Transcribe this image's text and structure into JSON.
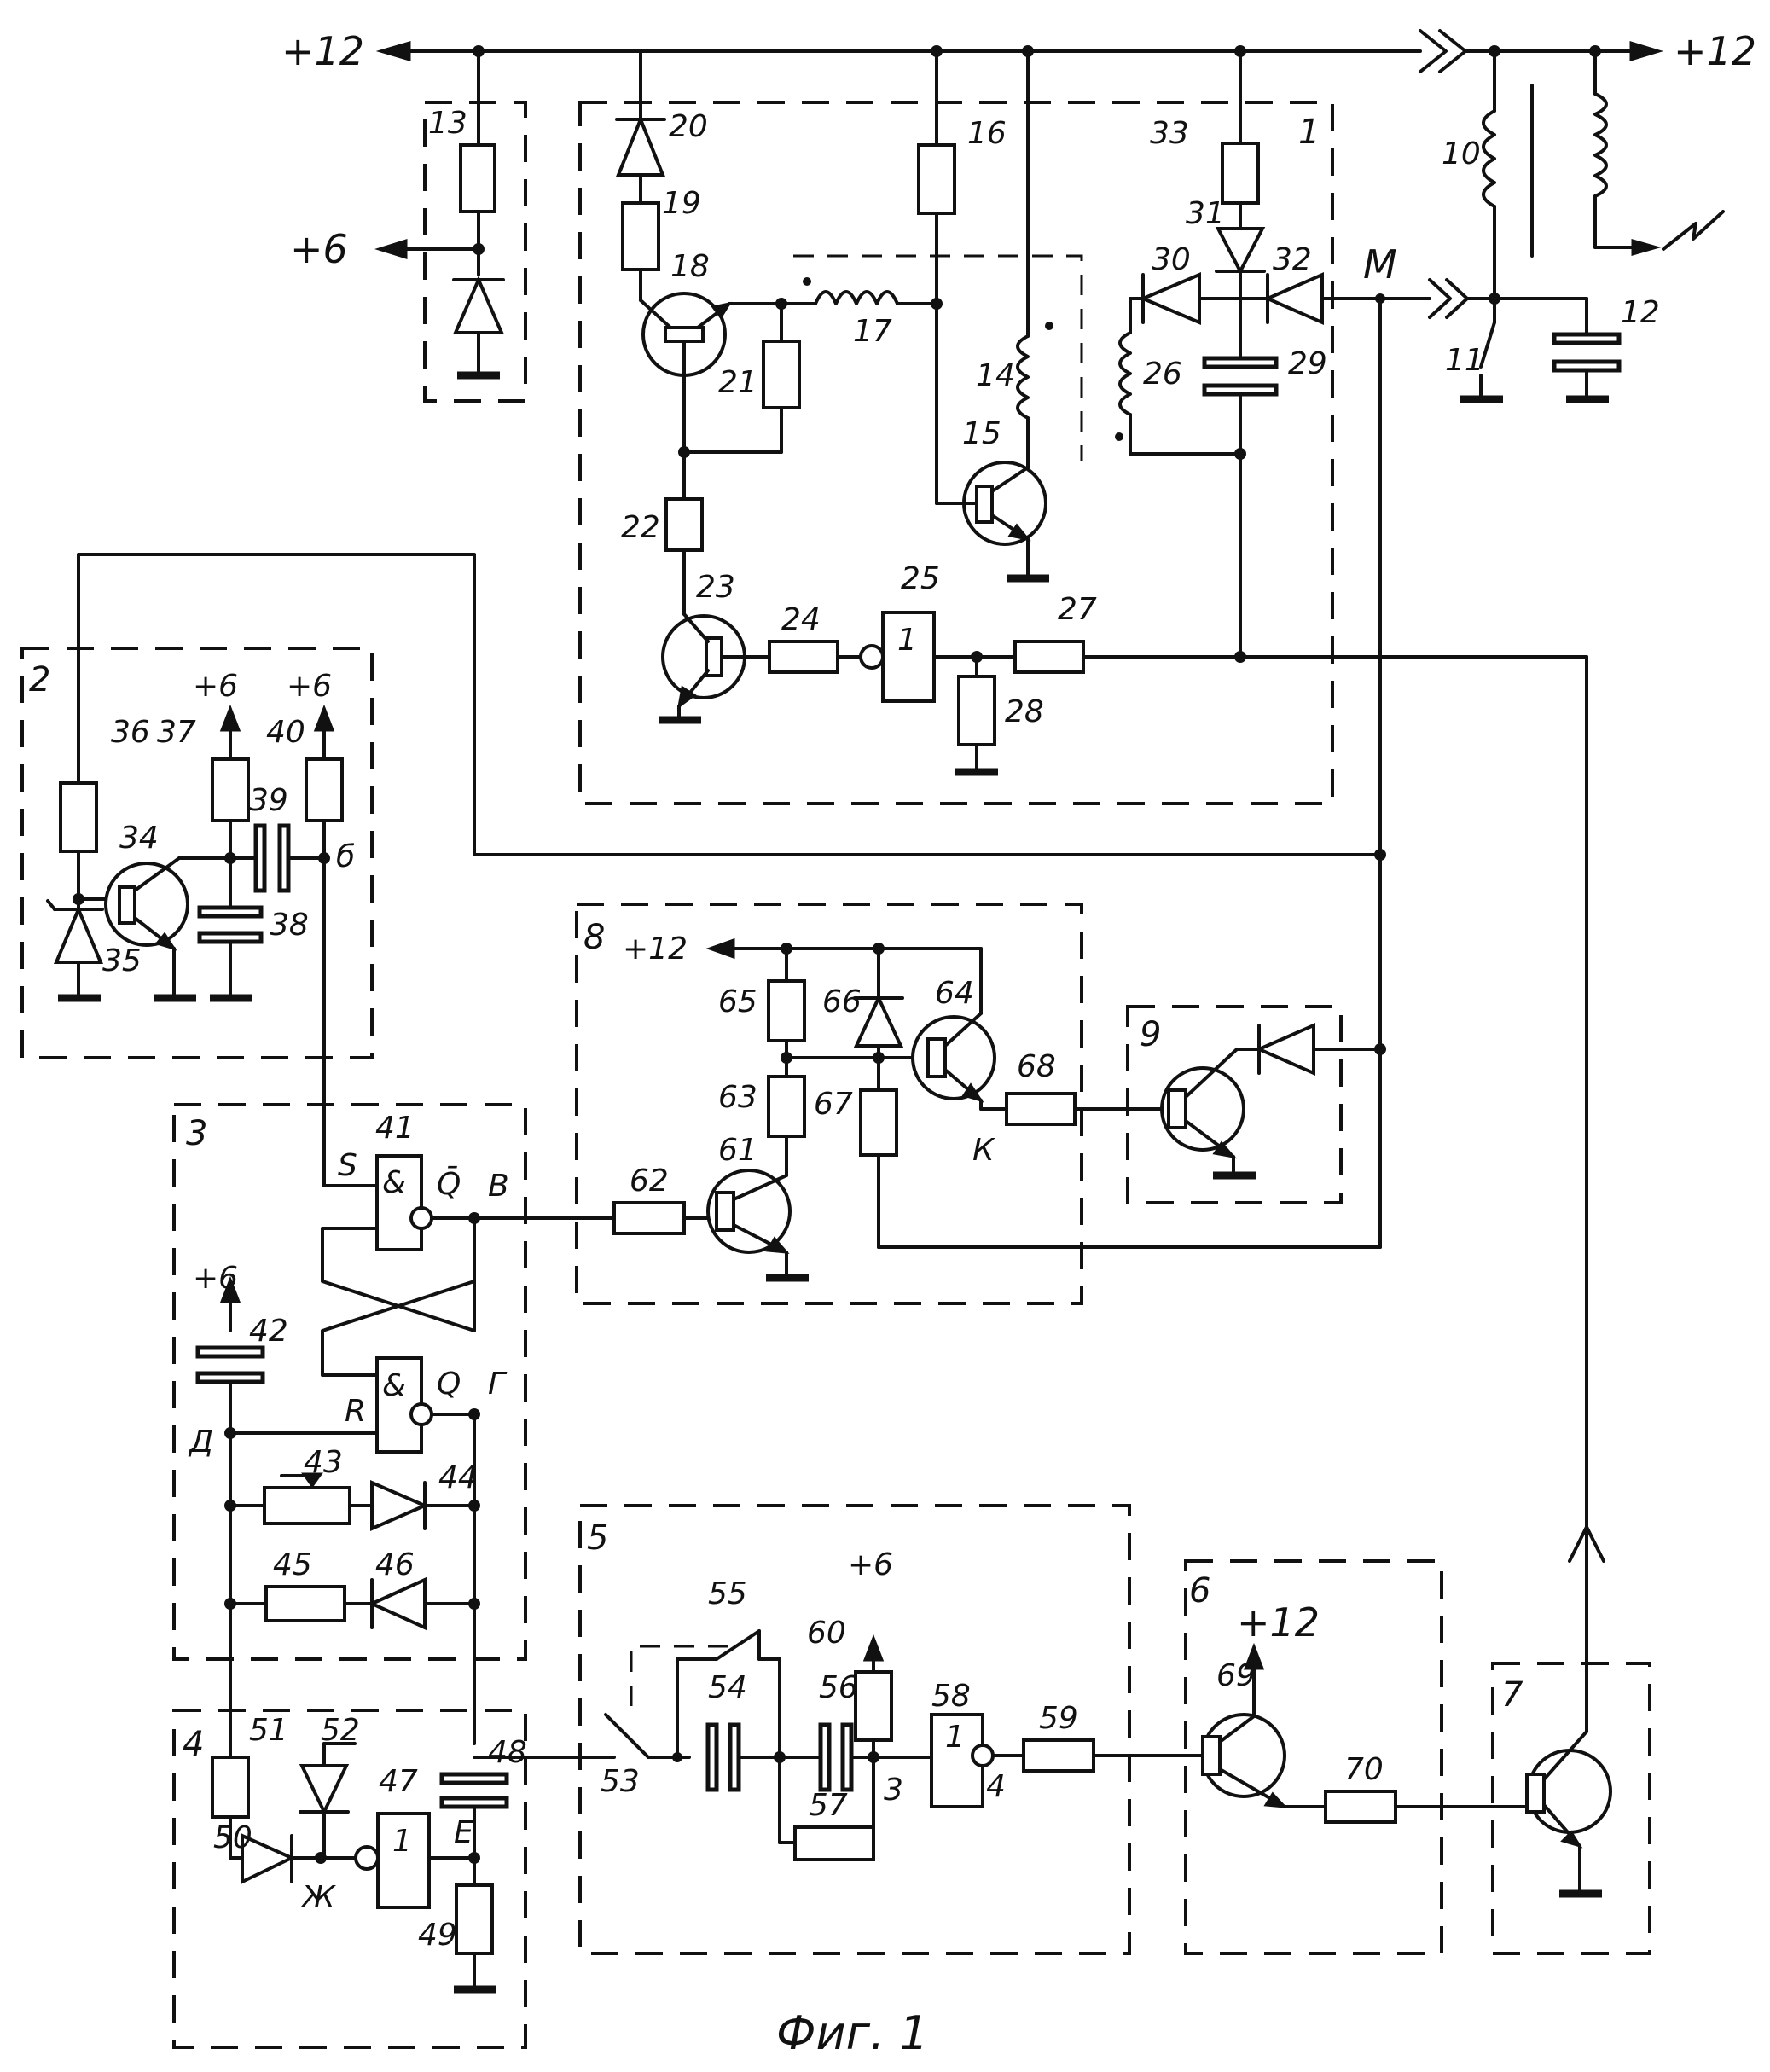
{
  "power": {
    "p12_left": "+12",
    "p12_right": "+12",
    "p6_a": "+6",
    "p6_b": "+6",
    "p6_c": "+6",
    "p6_d": "+6",
    "p6_e": "+6",
    "p12_b8": "+12",
    "p12_b6": "+12"
  },
  "blocks": {
    "b1": "1",
    "b2": "2",
    "b3": "3",
    "b4": "4",
    "b5": "5",
    "b6": "6",
    "b7": "7",
    "b8": "8",
    "b9": "9"
  },
  "components": {
    "c10": "10",
    "c11": "11",
    "c12": "12",
    "c13": "13",
    "c14": "14",
    "c15": "15",
    "c16": "16",
    "c17": "17",
    "c18": "18",
    "c19": "19",
    "c20": "20",
    "c21": "21",
    "c22": "22",
    "c23": "23",
    "c24": "24",
    "c25": "25",
    "c26": "26",
    "c27": "27",
    "c28": "28",
    "c29": "29",
    "c30": "30",
    "c31": "31",
    "c32": "32",
    "c33": "33",
    "c34": "34",
    "c35": "35",
    "c36": "36",
    "c37": "37",
    "c38": "38",
    "c39": "39",
    "c40": "40",
    "c41": "41",
    "c42": "42",
    "c43": "43",
    "c44": "44",
    "c45": "45",
    "c46": "46",
    "c47": "47",
    "c48": "48",
    "c49": "49",
    "c50": "50",
    "c51": "51",
    "c52": "52",
    "c53": "53",
    "c54": "54",
    "c55": "55",
    "c56": "56",
    "c57": "57",
    "c58": "58",
    "c59": "59",
    "c60": "60",
    "c61": "61",
    "c62": "62",
    "c63": "63",
    "c64": "64",
    "c65": "65",
    "c66": "66",
    "c67": "67",
    "c68": "68",
    "c69": "69",
    "c70": "70"
  },
  "nodes": {
    "M": "М",
    "B": "В",
    "G": "Г",
    "D": "Д",
    "E": "Е",
    "ZH": "Ж",
    "K": "К",
    "b_node": "б",
    "n3": "3",
    "n4": "4"
  },
  "gates": {
    "and_sym": "&",
    "and_sym2": "&",
    "inv_25": "1",
    "inv_47": "1",
    "inv_58": "1",
    "pin_S": "S",
    "pin_R": "R",
    "pin_Qbar": "Q̄",
    "pin_Q": "Q"
  },
  "caption": "Фиг. 1"
}
